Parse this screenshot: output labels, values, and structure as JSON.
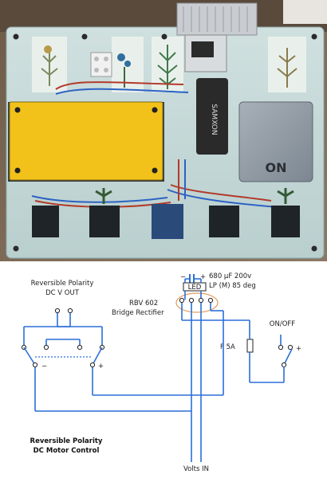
{
  "diagram": {
    "output_label_1": "Reversible Polarity",
    "output_label_2": "DC V OUT",
    "capacitor_label_1": "680 µF 200v",
    "capacitor_label_2": "LP (M) 85 deg",
    "led_label": "LED",
    "rectifier_label_1": "RBV 602",
    "rectifier_label_2": "Bridge Rectifier",
    "fuse_label": "F 5A",
    "switch_label": "ON/OFF",
    "minus_left": "−",
    "plus_left": "+",
    "plus_right": "+",
    "cap_minus": "−",
    "cap_plus": "+",
    "title_1": "Reversible Polarity",
    "title_2": "DC Motor Control",
    "volts_in": "Volts IN"
  },
  "photo": {
    "capacitor_text": "SAMXON",
    "box_text": "ON"
  }
}
